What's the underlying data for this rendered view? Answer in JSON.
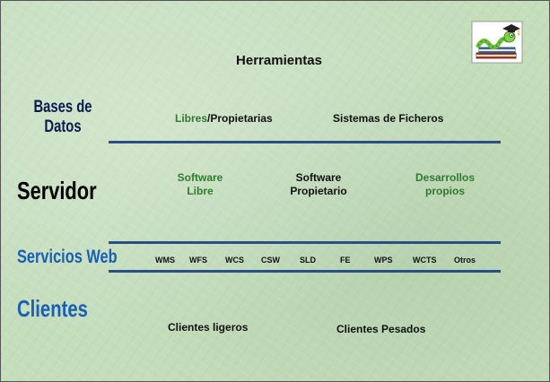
{
  "title": "Herramientas",
  "rows": {
    "bases": {
      "label_line1": "Bases de",
      "label_line2": "Datos",
      "item1_green": "Libres",
      "item1_rest": "/Propietarias",
      "item2": "Sistemas de Ficheros"
    },
    "servidor": {
      "label": "Servidor",
      "item1_line1": "Software",
      "item1_line2": "Libre",
      "item2_line1": "Software",
      "item2_line2": "Propietario",
      "item3_line1": "Desarrollos",
      "item3_line2": "propios"
    },
    "servicios": {
      "label": "Servicios Web",
      "items": [
        "WMS",
        "WFS",
        "WCS",
        "CSW",
        "SLD",
        "FE",
        "WPS",
        "WCTS",
        "Otros"
      ]
    },
    "clientes": {
      "label": "Clientes",
      "item1": "Clientes ligeros",
      "item2": "Clientes Pesados"
    }
  },
  "colors": {
    "background": "#c4ddbb",
    "divider": "#2a4f86",
    "green_text": "#2f7a2f",
    "blue_heading": "#1a5fb4",
    "dark_heading": "#0b1a4f"
  },
  "icon": "bookworm-graduate-icon"
}
